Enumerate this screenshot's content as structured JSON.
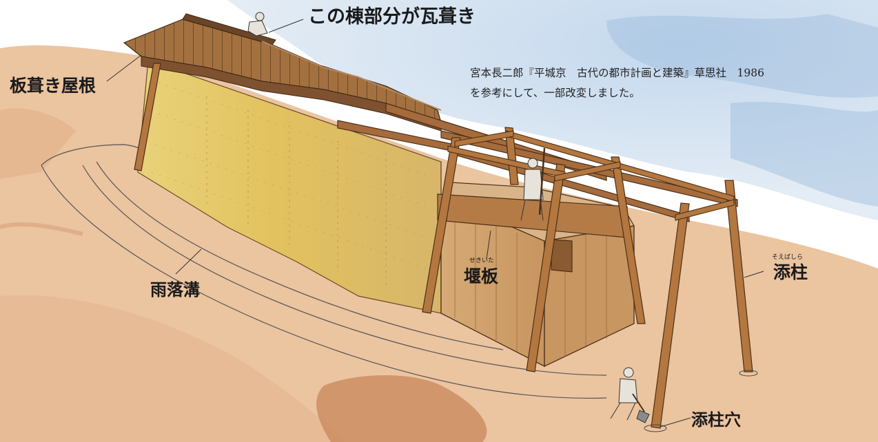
{
  "labels": {
    "roof_tile": "この棟部分が瓦葺き",
    "board_roof": "板葺き屋根",
    "rain_ditch": "雨落溝",
    "weir_board": "堰板",
    "weir_board_reading": "せきいた",
    "support_pole": "添柱",
    "support_pole_reading": "そえばしら",
    "pole_hole": "添柱穴"
  },
  "credit": {
    "line1": "宮本長二郎『平城京　古代の都市計画と建築』草思社　1986",
    "line2": "を参考にして、一部改変しました。"
  },
  "colors": {
    "ground": "#e4b58e",
    "sky": "#a9c6e2",
    "wall": "#e6cc6c",
    "wood": "#a8693a",
    "roof": "#9c6a3e"
  }
}
